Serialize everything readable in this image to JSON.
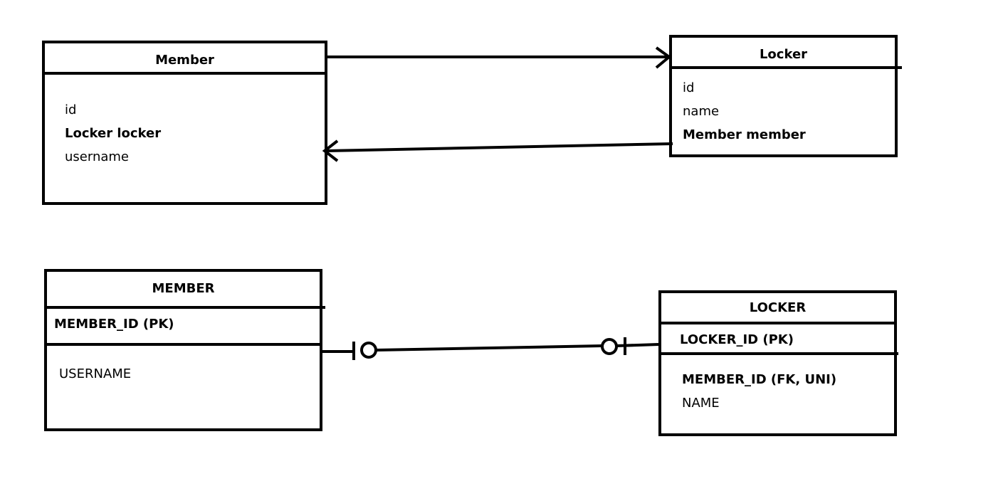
{
  "class_diagram": {
    "member": {
      "title": "Member",
      "fields": [
        "id",
        "Locker locker",
        "username"
      ]
    },
    "locker": {
      "title": "Locker",
      "fields": [
        "id",
        "name",
        "Member member"
      ]
    }
  },
  "table_diagram": {
    "member": {
      "title": "MEMBER",
      "key": "MEMBER_ID (PK)",
      "fields": [
        "USERNAME"
      ]
    },
    "locker": {
      "title": "LOCKER",
      "key": "LOCKER_ID (PK)",
      "fields": [
        "MEMBER_ID (FK, UNI)",
        "NAME"
      ]
    }
  }
}
